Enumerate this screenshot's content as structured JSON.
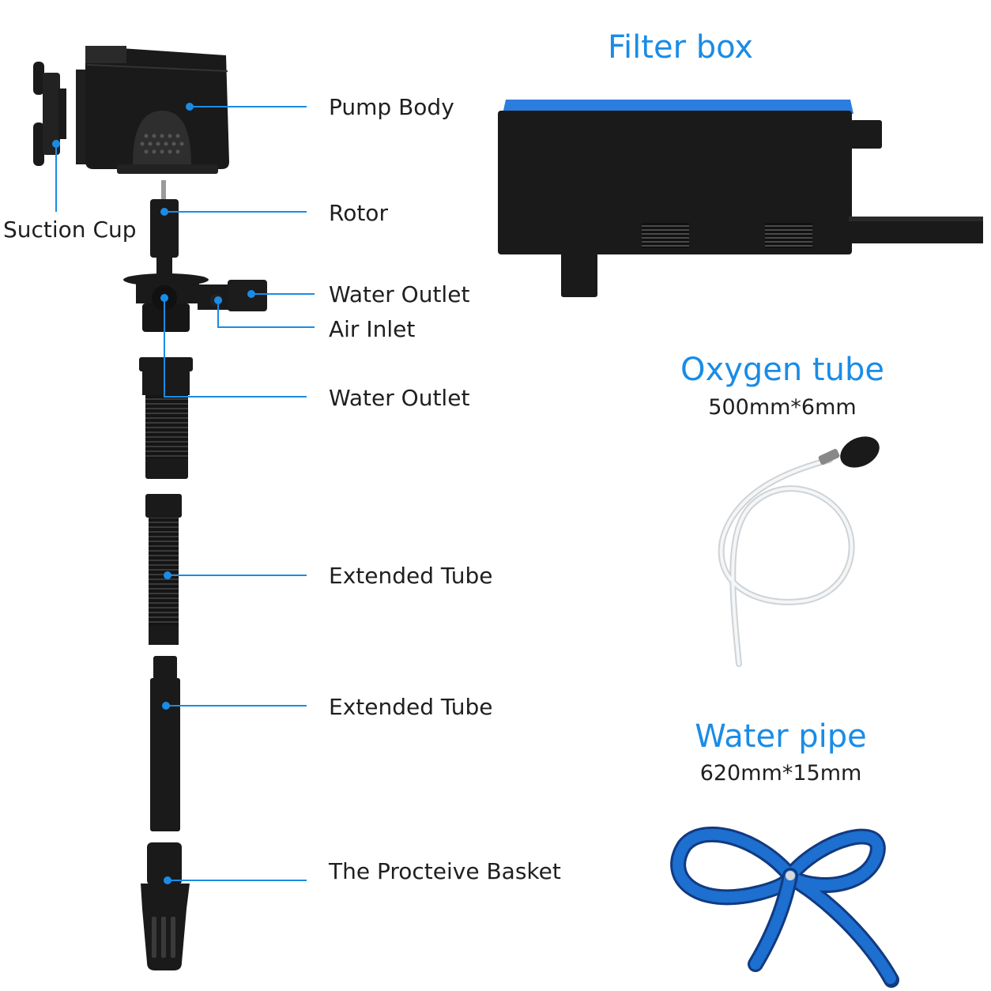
{
  "colors": {
    "accent": "#1a8ce6",
    "part": "#1a1a1a",
    "lid": "#2b7de0",
    "pipe": "#1d6fd0"
  },
  "labels": {
    "pump_body": "Pump Body",
    "suction_cup": "Suction Cup",
    "rotor": "Rotor",
    "water_outlet_top": "Water Outlet",
    "air_inlet": "Air Inlet",
    "water_outlet_mid": "Water Outlet",
    "extended_tube_1": "Extended Tube",
    "extended_tube_2": "Extended Tube",
    "basket": "The Procteive Basket"
  },
  "filter_box": {
    "title": "Filter box"
  },
  "oxygen_tube": {
    "title": "Oxygen tube",
    "spec": "500mm*6mm"
  },
  "water_pipe": {
    "title": "Water pipe",
    "spec": "620mm*15mm"
  }
}
